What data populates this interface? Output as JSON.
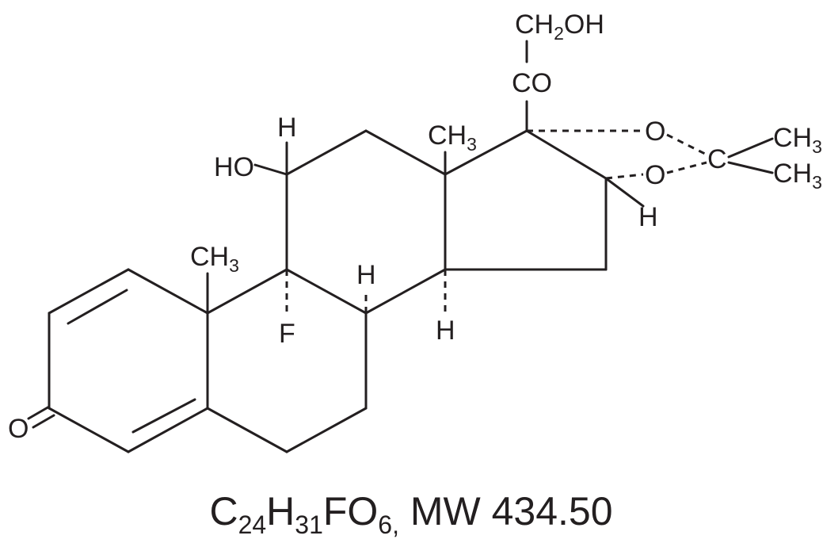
{
  "molecule": {
    "groups": {
      "ch2oh_c": "CH",
      "ch2oh_2": "2",
      "ch2oh_oh": "OH",
      "carbonyl": "CO",
      "methyl_13_c": "CH",
      "methyl_13_3": "3",
      "methyl_10_c": "CH",
      "methyl_10_3": "3",
      "h_11": "H",
      "hydroxyl_11": "HO",
      "fluoro_9": "F",
      "h_8": "H",
      "h_14": "H",
      "h_16": "H",
      "ketal_o_upper": "O",
      "ketal_o_lower": "O",
      "ketal_c": "C",
      "ketal_me1_c": "CH",
      "ketal_me1_3": "3",
      "ketal_me2_c": "CH",
      "ketal_me2_3": "3",
      "ketone_o": "O"
    }
  },
  "formula": {
    "c": "C",
    "c_n": "24",
    "h": "H",
    "h_n": "31",
    "fo": "FO",
    "o_n": "6,",
    "mw": " MW 434.50"
  }
}
